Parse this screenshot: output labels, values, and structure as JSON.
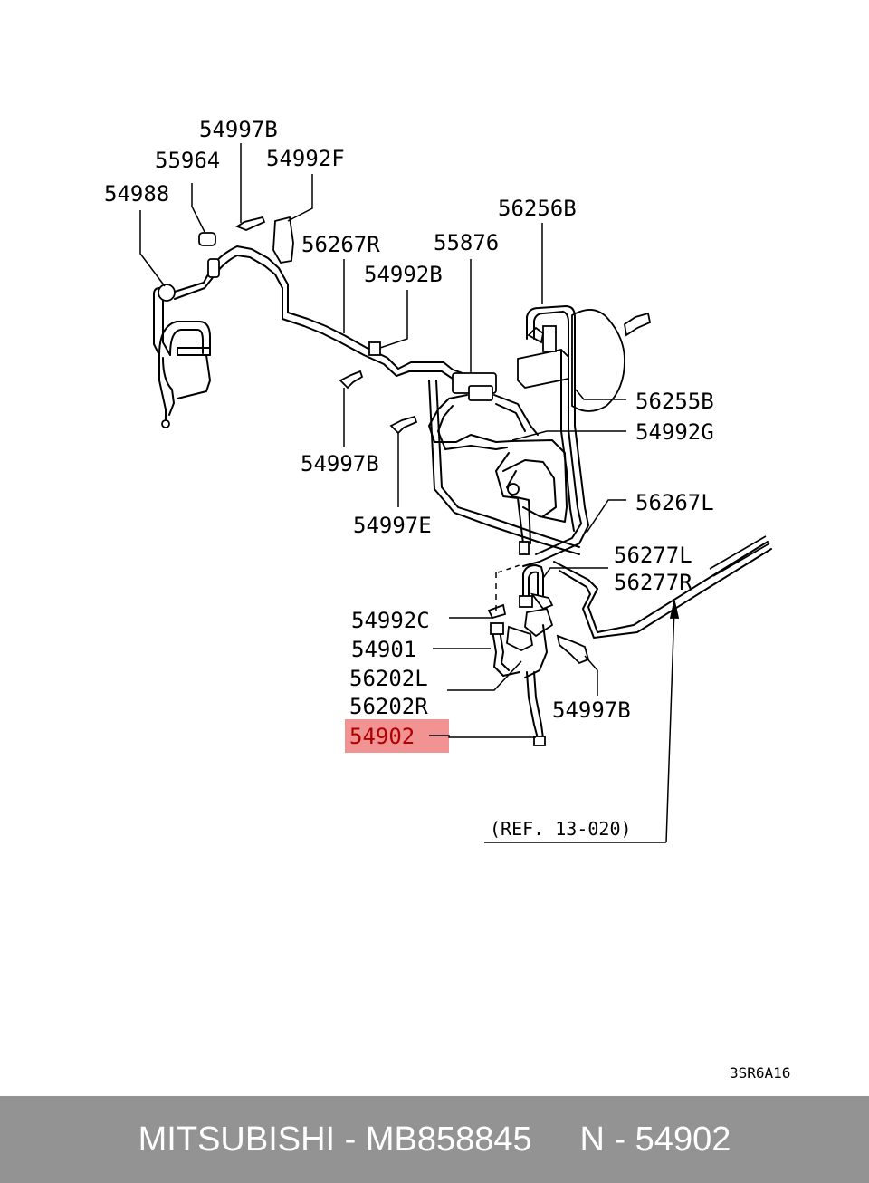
{
  "diagram": {
    "labels": [
      {
        "id": "54997B-top",
        "text": "54997B"
      },
      {
        "id": "55964",
        "text": "55964"
      },
      {
        "id": "54992F",
        "text": "54992F"
      },
      {
        "id": "54988",
        "text": "54988"
      },
      {
        "id": "56256B",
        "text": "56256B"
      },
      {
        "id": "56267R",
        "text": "56267R"
      },
      {
        "id": "55876",
        "text": "55876"
      },
      {
        "id": "54992B",
        "text": "54992B"
      },
      {
        "id": "56255B",
        "text": "56255B"
      },
      {
        "id": "54992G",
        "text": "54992G"
      },
      {
        "id": "54997B-mid",
        "text": "54997B"
      },
      {
        "id": "56267L",
        "text": "56267L"
      },
      {
        "id": "54997E",
        "text": "54997E"
      },
      {
        "id": "56277L",
        "text": "56277L"
      },
      {
        "id": "56277R",
        "text": "56277R"
      },
      {
        "id": "54992C",
        "text": "54992C"
      },
      {
        "id": "54901",
        "text": "54901"
      },
      {
        "id": "56202L",
        "text": "56202L"
      },
      {
        "id": "56202R",
        "text": "56202R"
      },
      {
        "id": "54997B-low",
        "text": "54997B"
      },
      {
        "id": "54902",
        "text": "54902"
      }
    ],
    "highlighted_part": "54902",
    "highlight_color": "#f08080",
    "reference": "(REF. 13-020)",
    "diagram_code": "3SR6A16"
  },
  "footer": {
    "text": "MITSUBISHI - MB858845     N - 54902",
    "background": "#939393"
  }
}
